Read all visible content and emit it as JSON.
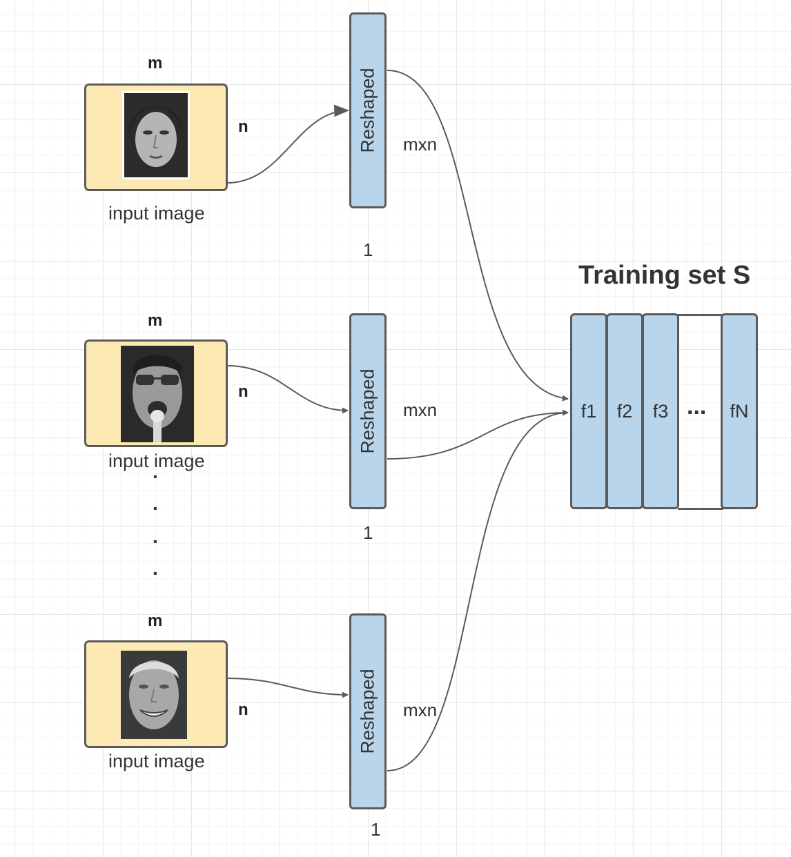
{
  "inputs": [
    {
      "m_label": "m",
      "n_label": "n",
      "caption": "input image",
      "photo_icon": "woman-face-photo"
    },
    {
      "m_label": "m",
      "n_label": "n",
      "caption": "input image",
      "photo_icon": "man-sunglasses-microphone-photo"
    },
    {
      "m_label": "m",
      "n_label": "n",
      "caption": "input image",
      "photo_icon": "smiling-man-face-photo"
    }
  ],
  "reshaped": [
    {
      "label": "Reshaped",
      "size_label": "mxn",
      "width_label": "1"
    },
    {
      "label": "Reshaped",
      "size_label": "mxn",
      "width_label": "1"
    },
    {
      "label": "Reshaped",
      "size_label": "mxn",
      "width_label": "1"
    }
  ],
  "ellipsis_dots": ".",
  "training_set": {
    "title": "Training set S",
    "columns": [
      "f1",
      "f2",
      "f3",
      "fN"
    ],
    "ellipsis": "..."
  },
  "colors": {
    "input_fill": "#fde9b3",
    "reshaped_fill": "#b9d5ec",
    "stroke": "#5a5a5a"
  }
}
